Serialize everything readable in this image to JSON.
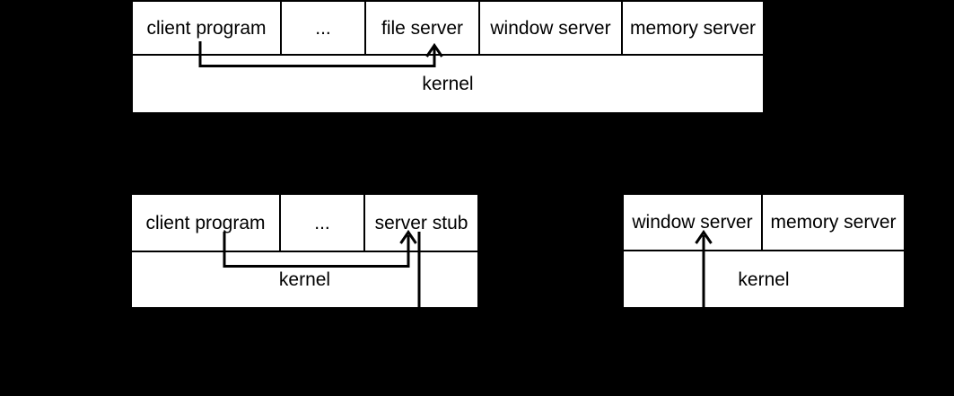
{
  "canvas": {
    "background": "#000000",
    "box_fill": "#ffffff",
    "line_color": "#000000"
  },
  "diagrams": {
    "top": {
      "cells": [
        "client program",
        "...",
        "file server",
        "window server",
        "memory server"
      ],
      "kernel_label": "kernel",
      "arrows": [
        {
          "from": "client program",
          "via": "kernel",
          "to": "file server"
        }
      ]
    },
    "bottom_left": {
      "cells": [
        "client program",
        "...",
        "server stub"
      ],
      "kernel_label": "kernel",
      "arrows": [
        {
          "from": "client program",
          "via": "kernel",
          "to": "server stub"
        },
        {
          "from": "server stub",
          "via": "kernel",
          "to": "below-box"
        }
      ]
    },
    "bottom_right": {
      "cells": [
        "window server",
        "memory server"
      ],
      "kernel_label": "kernel",
      "arrows": [
        {
          "from": "below-box",
          "via": "kernel",
          "to": "window server"
        }
      ]
    }
  }
}
